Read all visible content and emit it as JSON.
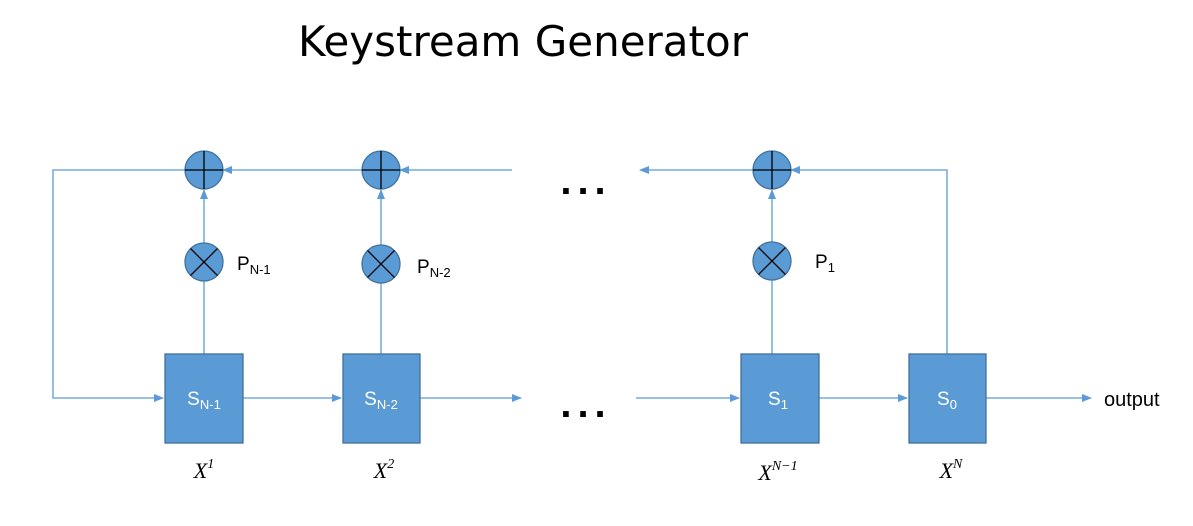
{
  "title": "Keystream Generator",
  "registers": [
    {
      "main": "S",
      "sub": "N-1",
      "poly_base": "X",
      "poly_exp": "1"
    },
    {
      "main": "S",
      "sub": "N-2",
      "poly_base": "X",
      "poly_exp": "2"
    },
    {
      "main": "S",
      "sub": "1",
      "poly_base": "X",
      "poly_exp": "N−1"
    },
    {
      "main": "S",
      "sub": "0",
      "poly_base": "X",
      "poly_exp": "N"
    }
  ],
  "coefficients": [
    {
      "main": "P",
      "sub": "N-1"
    },
    {
      "main": "P",
      "sub": "N-2"
    },
    {
      "main": "P",
      "sub": "1"
    }
  ],
  "ellipsis_top": "...",
  "ellipsis_bottom": "...",
  "output_label": "output",
  "colors": {
    "block_fill": "#5b9bd5",
    "block_border": "#41719c",
    "wire": "#5b9bd5"
  },
  "icons": {
    "xor": "circle-plus-icon",
    "multiply": "circle-times-icon"
  }
}
